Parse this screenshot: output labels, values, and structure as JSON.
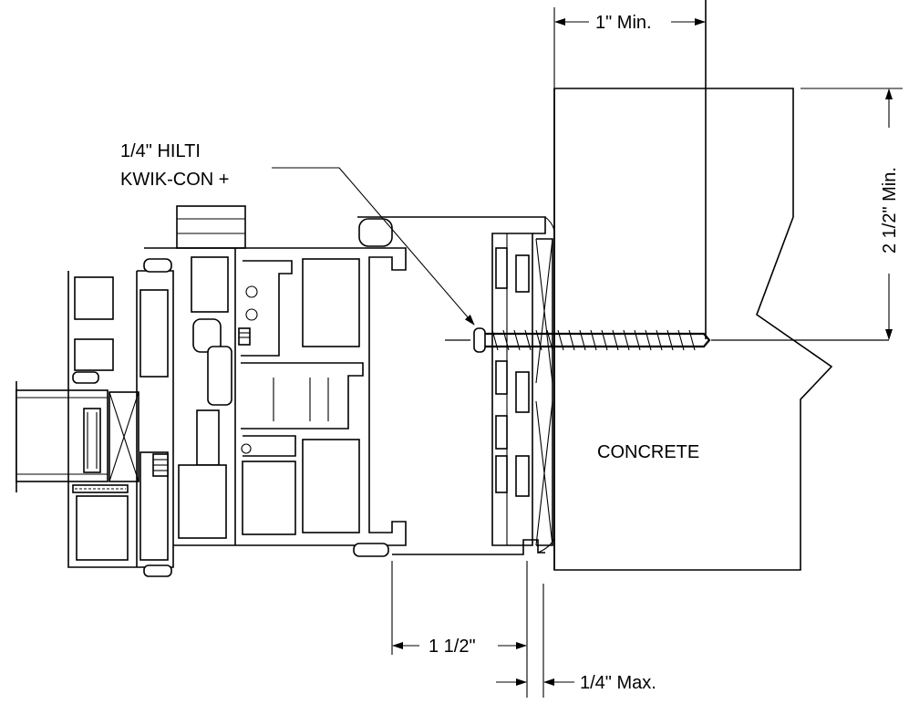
{
  "labels": {
    "anchor_line1": "1/4\" HILTI",
    "anchor_line2": "KWIK-CON +",
    "concrete": "CONCRETE",
    "dim_edge_distance": "1\" Min.",
    "dim_embedment": "2 1/2\" Min.",
    "dim_sill_offset": "1 1/2\"",
    "dim_shim": "1/4\" Max."
  }
}
